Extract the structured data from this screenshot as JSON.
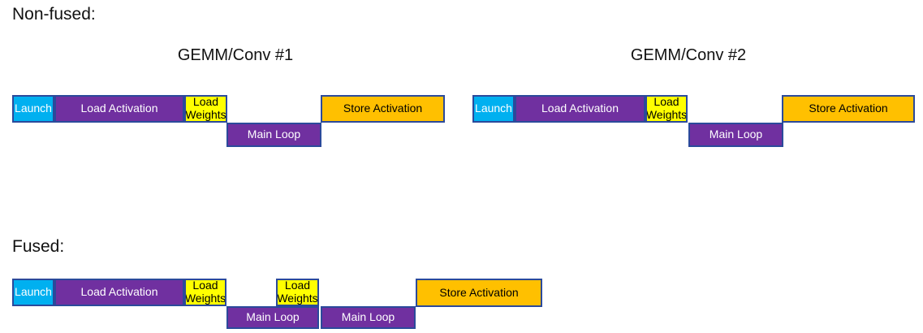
{
  "sections": {
    "nonfused": {
      "title": "Non-fused:",
      "groups": [
        {
          "title": "GEMM/Conv #1",
          "blocks": {
            "launch": "Launch",
            "load_activation": "Load Activation",
            "load_weights": "Load Weights",
            "main_loop": "Main Loop",
            "store_activation": "Store Activation"
          }
        },
        {
          "title": "GEMM/Conv #2",
          "blocks": {
            "launch": "Launch",
            "load_activation": "Load Activation",
            "load_weights": "Load Weights",
            "main_loop": "Main Loop",
            "store_activation": "Store Activation"
          }
        }
      ]
    },
    "fused": {
      "title": "Fused:",
      "blocks": {
        "launch": "Launch",
        "load_activation": "Load Activation",
        "load_weights_1": "Load Weights",
        "main_loop_1": "Main Loop",
        "load_weights_2": "Load Weights",
        "main_loop_2": "Main Loop",
        "store_activation": "Store Activation"
      }
    }
  },
  "colors": {
    "launch_cyan": "#00b0f0",
    "loop_purple": "#7030a0",
    "weights_yellow": "#ffff00",
    "store_orange": "#ffc000",
    "block_border": "#2b4a9b",
    "heading_text": "#111111"
  }
}
